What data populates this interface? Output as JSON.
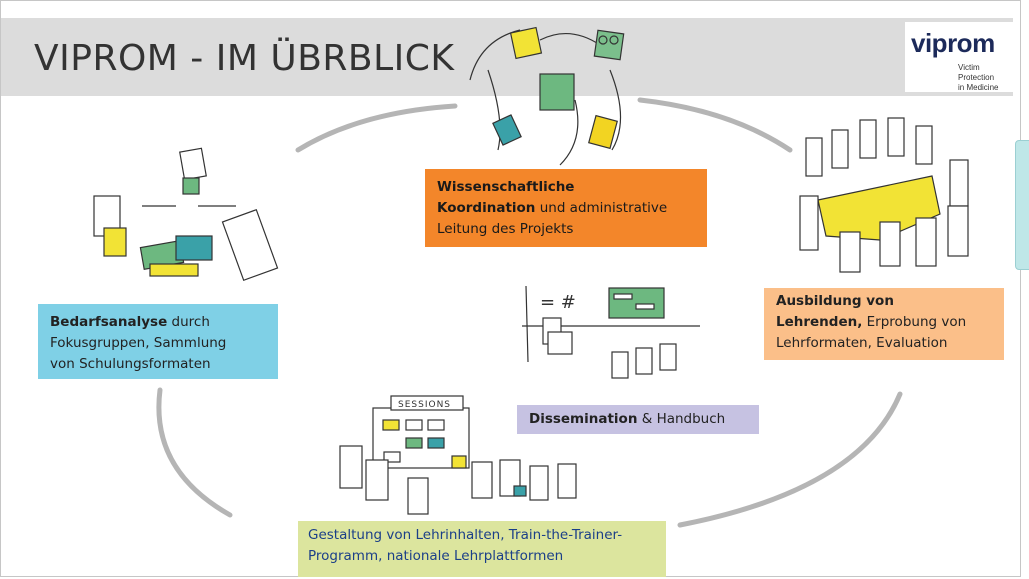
{
  "header": {
    "title": "VIPROM - IM ÜBRBLICK"
  },
  "logo": {
    "name": "viprom",
    "tagline_1": "Victim Protection",
    "tagline_2": "in Medicine"
  },
  "boxes": {
    "wissenschaftliche": {
      "bold_1": "Wissenschaftliche",
      "bold_2": "Koordination",
      "rest_2": " und administrative",
      "line_3": "Leitung des Projekts",
      "color": "#f3862a"
    },
    "bedarfsanalyse": {
      "bold_1": "Bedarfsanalyse",
      "rest_1": " durch",
      "line_2": "Fokusgruppen, Sammlung",
      "line_3": "von Schulungsformaten",
      "color": "#7fd0e6"
    },
    "ausbildung": {
      "bold_1": "Ausbildung von",
      "bold_2": "Lehrenden,",
      "rest_2": " Erprobung von",
      "line_3": "Lehrformaten, Evaluation",
      "color": "#fbbf89"
    },
    "dissemination": {
      "bold_1": "Dissemination",
      "rest_1": " & Handbuch",
      "color": "#c6c2e2"
    },
    "gestaltung": {
      "line_1": "Gestaltung von Lehrinhalten, Train-the-Trainer-",
      "line_2": "Programm, nationale Lehrplattformen",
      "color": "#dce59e"
    }
  },
  "illustrations": {
    "sessions_board": "SESSIONS",
    "whiteboard_symbol": "= #"
  }
}
